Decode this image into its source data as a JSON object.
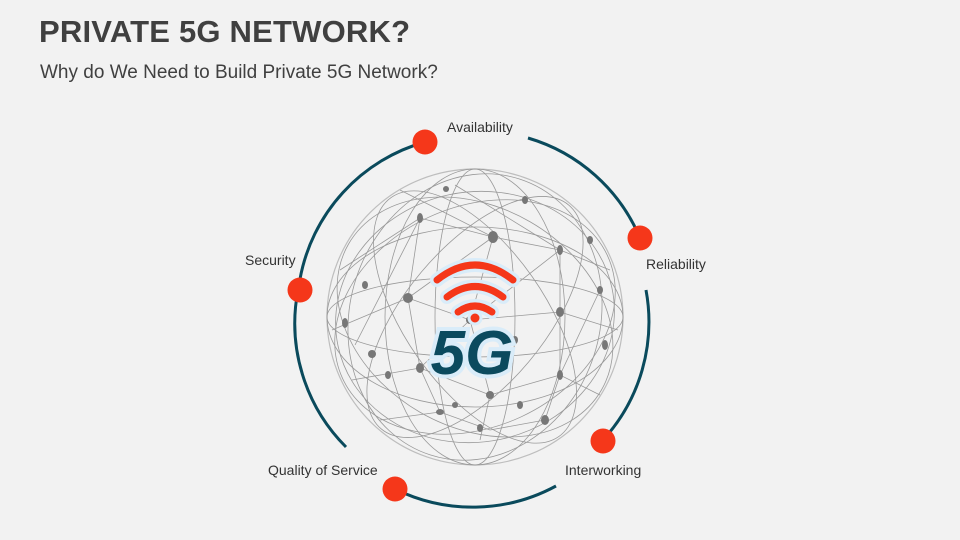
{
  "slide": {
    "title": "PRIVATE 5G NETWORK?",
    "subtitle": "Why do We Need to Build Private 5G Network?"
  },
  "colors": {
    "background": "#f2f2f2",
    "ring": "#0a4a5c",
    "node": "#f5371a",
    "logo_text": "#0b4a5e",
    "logo_outline": "#d9ecf9",
    "signal": "#f5371a",
    "globe_lines": "#7a7a7a",
    "text": "#404040"
  },
  "diagram": {
    "center_icon": "5g-globe-icon",
    "center_text": "5G",
    "items": [
      {
        "label": "Availability"
      },
      {
        "label": "Reliability"
      },
      {
        "label": "Interworking"
      },
      {
        "label": "Quality of Service"
      },
      {
        "label": "Security"
      }
    ]
  }
}
